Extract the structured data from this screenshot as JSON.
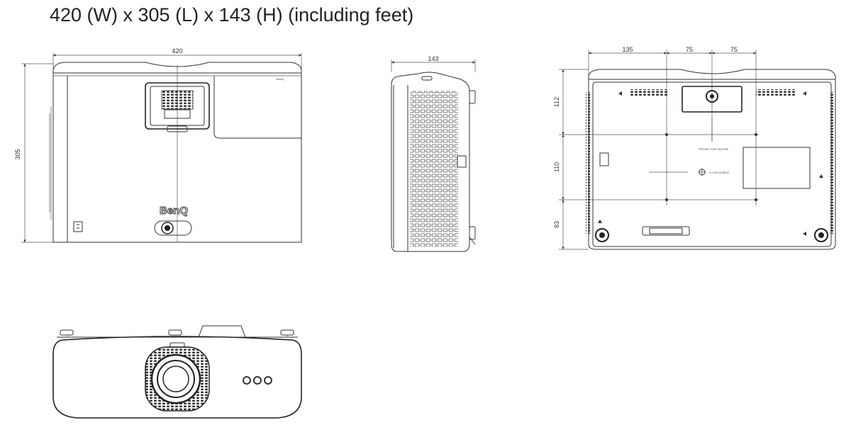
{
  "title": "420 (W) x 305 (L) x 143 (H) (including feet)",
  "top_view": {
    "width_dim": "420",
    "length_dim": "305",
    "brand": "BenQ"
  },
  "side_view": {
    "height_dim": "143"
  },
  "bottom_view": {
    "dim_left": "135",
    "dim_mid": "75",
    "dim_right": "75",
    "dim_top_vertical": "112",
    "dim_mid_vertical": "110",
    "dim_bottom_vertical": "83"
  },
  "colors": {
    "line": "#333333",
    "background": "#ffffff"
  }
}
